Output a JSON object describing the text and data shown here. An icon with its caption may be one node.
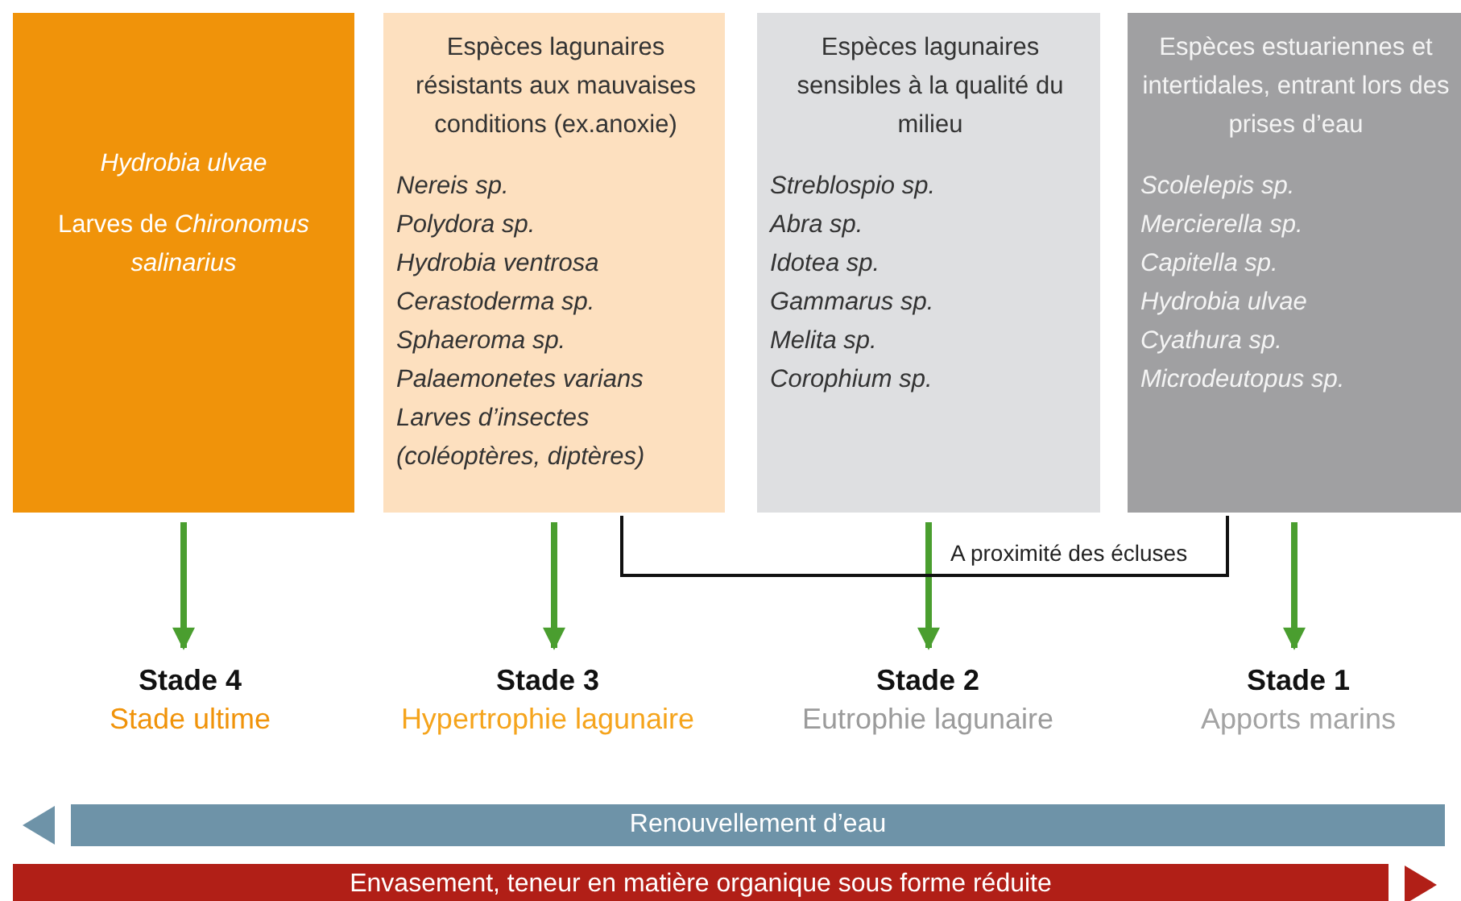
{
  "diagram": {
    "nodes": [
      {
        "text": [
          "*Hydrobia ulvae*",
          "Larves de *Chironomus salinarius*"
        ]
      },
      {
        "text": [
          "Espèces lagunaires résistants aux mauvaises conditions (ex.anoxie)",
          "Nereis sp.",
          "Polydora sp.",
          "Hydrobia ventrosa",
          "Cerastoderma sp.",
          "Sphaeroma sp.",
          "Palaemonetes varians",
          "Larves d’insectes (coléoptères, diptères)"
        ]
      },
      {
        "text": [
          "Espèces lagunaires sensibles à la qualité du milieu",
          "Streblospio sp.",
          "Abra sp.",
          "Idotea sp.",
          "Gammarus sp.",
          "Melita sp.",
          "Corophium sp."
        ]
      },
      {
        "text": [
          "Espèces estuariennes et intertidales, entrant lors des prises d’eau",
          "Scolelepis sp.",
          "Mercierella sp.",
          "Capitella sp.",
          "Hydrobia ulvae",
          "Cyathura sp.",
          "Microdeutopus sp."
        ]
      },
      {
        "text": [
          "Stade 4",
          "Stade ultime"
        ]
      },
      {
        "text": [
          "Stade 3",
          "Hypertrophie lagunaire"
        ]
      },
      {
        "text": [
          "Stade 2",
          "Eutrophie lagunaire"
        ]
      },
      {
        "text": [
          "Stade 1",
          "Apports marins"
        ]
      },
      {
        "text": [
          "Renouvellement d’eau"
        ]
      },
      {
        "text": [
          "Envasement, teneur en matière organique sous forme réduite"
        ]
      }
    ],
    "edges": [
      {
        "from": 0,
        "to": 4,
        "arrow": "to"
      },
      {
        "from": 1,
        "to": 5,
        "arrow": "to"
      },
      {
        "from": 2,
        "to": 6,
        "arrow": "to"
      },
      {
        "from": 3,
        "to": 7,
        "arrow": "to"
      },
      {
        "from": 3,
        "to": 1,
        "arrow": "none",
        "label": "A proximité des écluses",
        "color": "#111111"
      }
    ]
  }
}
